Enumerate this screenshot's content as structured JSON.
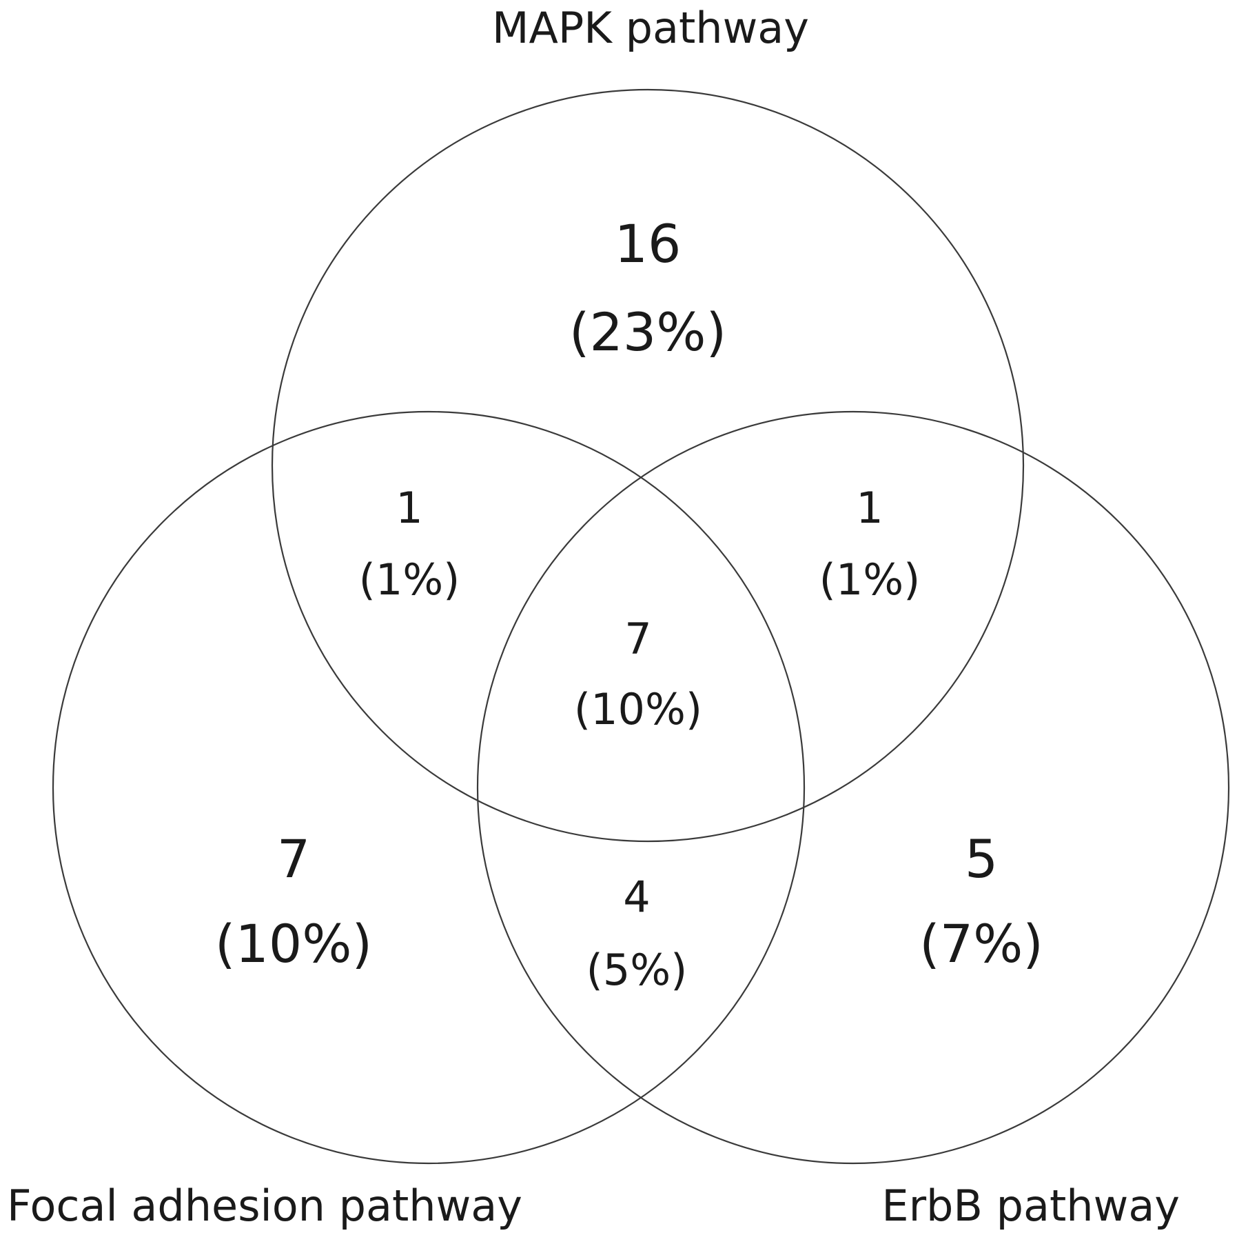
{
  "sets": {
    "mapk": {
      "label": "MAPK pathway"
    },
    "focal": {
      "label": "Focal adhesion pathway"
    },
    "erbb": {
      "label": "ErbB pathway"
    }
  },
  "regions": {
    "mapk_only": {
      "count": "16",
      "percent": "(23%)"
    },
    "mapk_focal": {
      "count": "1",
      "percent": "(1%)"
    },
    "mapk_erbb": {
      "count": "1",
      "percent": "(1%)"
    },
    "all_three": {
      "count": "7",
      "percent": "(10%)"
    },
    "focal_only": {
      "count": "7",
      "percent": "(10%)"
    },
    "focal_erbb": {
      "count": "4",
      "percent": "(5%)"
    },
    "erbb_only": {
      "count": "5",
      "percent": "(7%)"
    }
  },
  "colors": {
    "stroke": "#3a3a3a",
    "text": "#1a1a1a",
    "background": "#ffffff"
  }
}
